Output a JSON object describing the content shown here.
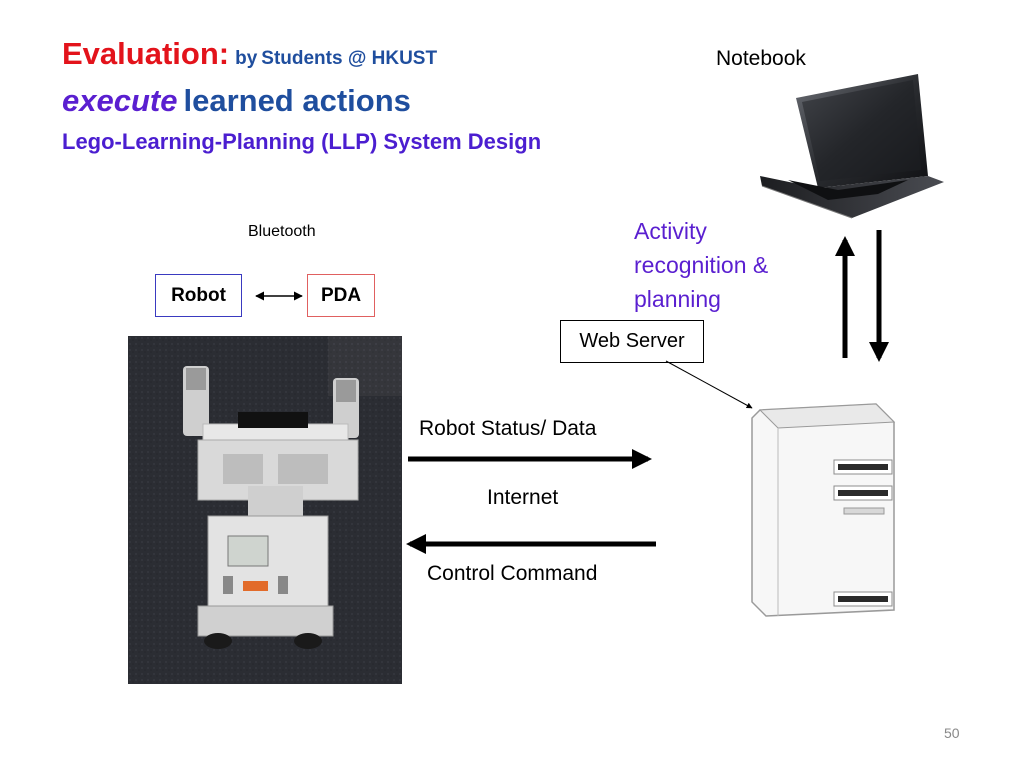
{
  "title": {
    "evaluation": "Evaluation:",
    "by": "by",
    "students": "Students @ HKUST",
    "execute": "execute",
    "learned_actions": "learned actions",
    "subtitle": "Lego-Learning-Planning  (LLP) System Design"
  },
  "labels": {
    "notebook": "Notebook",
    "bluetooth": "Bluetooth",
    "robot": "Robot",
    "pda": "PDA",
    "activity_lines": [
      "Activity",
      "recognition &",
      "planning"
    ],
    "web_server": "Web Server",
    "robot_status": "Robot Status/ Data",
    "internet": "Internet",
    "control_command": "Control Command"
  },
  "page_number": "50",
  "colors": {
    "title_red": "#e3131b",
    "title_blue": "#1f4e9e",
    "purple": "#5a1fd0",
    "robot_border": "#3a3ac0",
    "pda_border": "#e06060"
  },
  "icons": [
    "laptop-icon",
    "server-tower-icon",
    "robot-photo"
  ]
}
